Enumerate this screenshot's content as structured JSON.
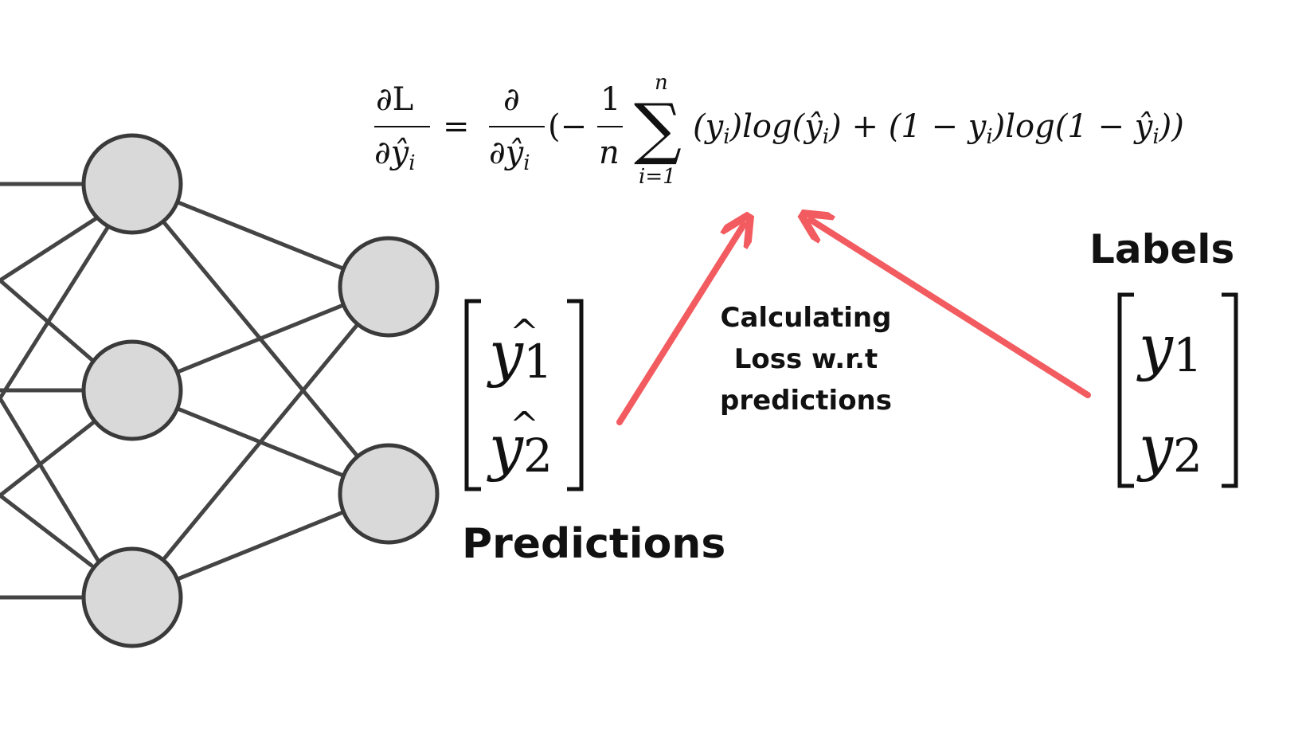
{
  "colors": {
    "edge": "#444444",
    "node_fill": "#d9d9d9",
    "node_stroke": "#3a3a3a",
    "arrow": "#f25c60",
    "text": "#111111"
  },
  "network": {
    "description_free": true
  },
  "equation": {
    "lhs_num": "∂L",
    "lhs_den": "∂ŷ",
    "lhs_den_sub": "i",
    "eq": "=",
    "d_num": "∂",
    "d_den": "∂ŷ",
    "d_den_sub": "i",
    "open": "(−",
    "frac_num": "1",
    "frac_den": "n",
    "sum_symbol": "∑",
    "sum_upper": "n",
    "sum_lower": "i=1",
    "term1": "(y",
    "term1_sub": "i",
    "term1_close": ")log(ŷ",
    "term1_sub2": "i",
    "term2": ") + (1 − y",
    "term2_sub": "i",
    "term3": ")log(1 − ŷ",
    "term3_sub": "i",
    "term3_close": "))"
  },
  "predictions": {
    "label": "Predictions",
    "rows": [
      {
        "base": "y",
        "hat": "^",
        "sub": "1"
      },
      {
        "base": "y",
        "hat": "^",
        "sub": "2"
      }
    ]
  },
  "labels": {
    "label": "Labels",
    "rows": [
      {
        "base": "y",
        "sub": "1"
      },
      {
        "base": "y",
        "sub": "2"
      }
    ]
  },
  "annotation": {
    "lines": [
      "Calculating",
      "Loss w.r.t",
      "predictions"
    ]
  }
}
